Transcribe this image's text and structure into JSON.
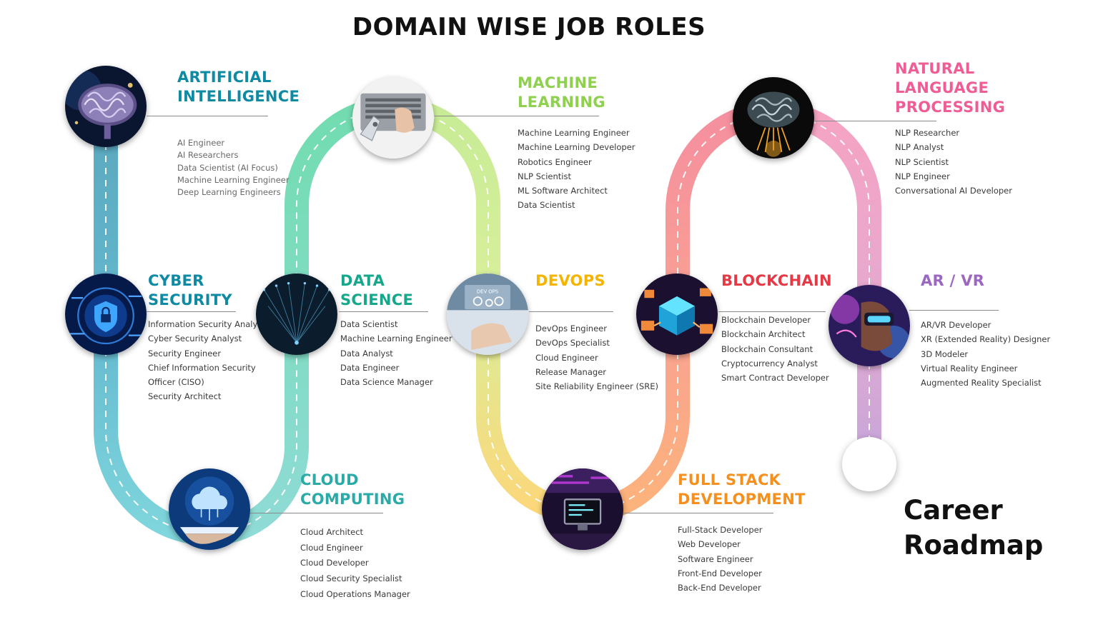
{
  "title": "DOMAIN WISE JOB ROLES",
  "footer": "Career\nRoadmap",
  "colors": {
    "ai": "#0e8aa3",
    "cyber": "#0e8aa3",
    "data_science": "#17a88c",
    "cloud": "#2aaba8",
    "ml": "#8fd14f",
    "devops": "#f4b400",
    "fullstack": "#f5901e",
    "blockchain": "#e53945",
    "nlp": "#ef5c96",
    "arvr": "#9b67c2"
  },
  "domains": {
    "ai": {
      "heading": "ARTIFICIAL\nINTELLIGENCE",
      "image": "brain-circuit-icon",
      "roles": [
        "AI Engineer",
        "AI Researchers",
        "Data Scientist (AI Focus)",
        "Machine Learning Engineer",
        "Deep Learning Engineers"
      ]
    },
    "cyber": {
      "heading": "CYBER\nSECURITY",
      "image": "shield-lock-icon",
      "roles": [
        "Information Security Analyst",
        "Cyber Security Analyst",
        "Security Engineer",
        "Chief Information Security",
        "Officer (CISO)",
        "Security Architect"
      ]
    },
    "data_science": {
      "heading": "DATA\nSCIENCE",
      "image": "data-network-icon",
      "roles": [
        "Data Scientist",
        "Machine Learning Engineer",
        "Data Analyst",
        "Data Engineer",
        "Data Science Manager"
      ]
    },
    "cloud": {
      "heading": "CLOUD\nCOMPUTING",
      "image": "cloud-tablet-icon",
      "roles": [
        "Cloud Architect",
        "Cloud Engineer",
        "Cloud Developer",
        "Cloud Security Specialist",
        "Cloud Operations Manager"
      ]
    },
    "ml": {
      "heading": "MACHINE\nLEARNING",
      "image": "robot-hand-laptop-icon",
      "roles": [
        "Machine Learning Engineer",
        "Machine Learning Developer",
        "Robotics Engineer",
        "NLP Scientist",
        "ML Software Architect",
        "Data Scientist"
      ]
    },
    "devops": {
      "heading": "DEVOPS",
      "image": "devops-gears-icon",
      "image_text": "DEV  OPS",
      "roles": [
        "DevOps Engineer",
        "DevOps Specialist",
        "Cloud Engineer",
        "Release Manager",
        "Site Reliability Engineer (SRE)"
      ]
    },
    "fullstack": {
      "heading": "FULL STACK\nDEVELOPMENT",
      "image": "code-monitor-icon",
      "roles": [
        "Full-Stack Developer",
        "Web Developer",
        "Software Engineer",
        "Front-End Developer",
        "Back-End Developer"
      ]
    },
    "blockchain": {
      "heading": "BLOCKCHAIN",
      "image": "blockchain-cubes-icon",
      "roles": [
        "Blockchain Developer",
        "Blockchain Architect",
        "Blockchain Consultant",
        "Cryptocurrency Analyst",
        "Smart Contract Developer"
      ]
    },
    "nlp": {
      "heading": "NATURAL\nLANGUAGE\nPROCESSING",
      "image": "glowing-brain-icon",
      "roles": [
        "NLP Researcher",
        "NLP Analyst",
        "NLP Scientist",
        "NLP Engineer",
        "Conversational AI Developer"
      ]
    },
    "arvr": {
      "heading": "AR / VR",
      "image": "vr-headset-icon",
      "roles": [
        "AR/VR Developer",
        "XR (Extended Reality) Designer",
        "3D Modeler",
        "Virtual Reality Engineer",
        "Augmented Reality Specialist"
      ]
    }
  }
}
